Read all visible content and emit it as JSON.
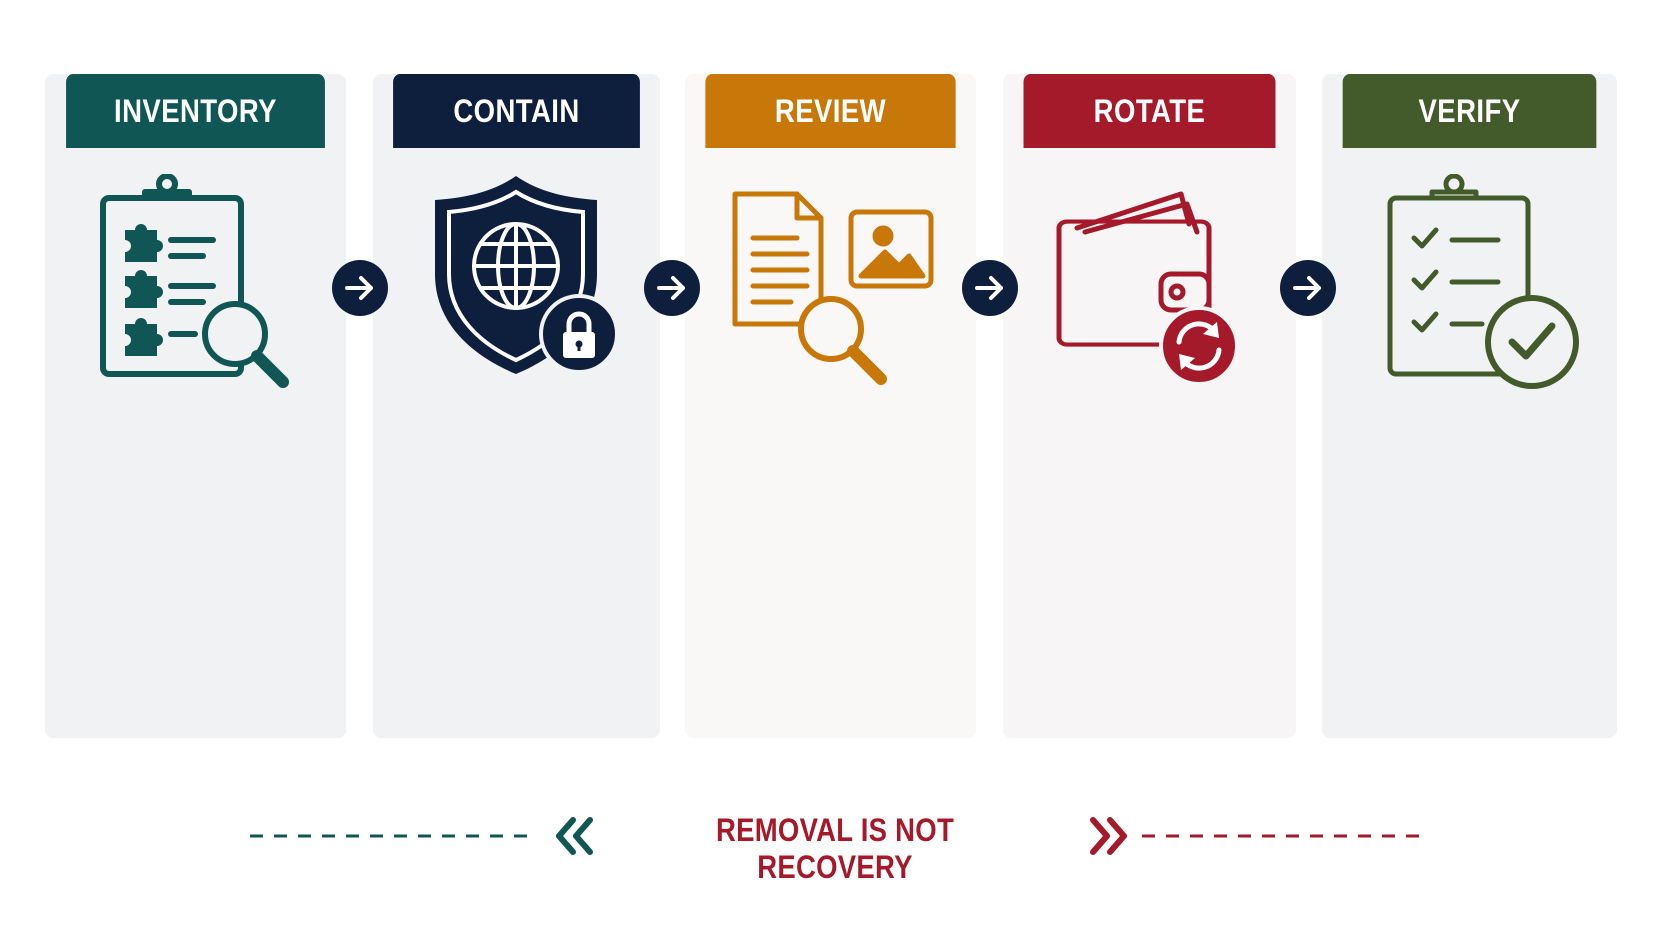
{
  "steps": [
    {
      "label": "INVENTORY",
      "color": "#0f5655",
      "icon": "clipboard-puzzle-search-icon"
    },
    {
      "label": "CONTAIN",
      "color": "#0e1f3d",
      "icon": "shield-globe-lock-icon"
    },
    {
      "label": "REVIEW",
      "color": "#c87709",
      "icon": "documents-image-search-icon"
    },
    {
      "label": "ROTATE",
      "color": "#a51a2a",
      "icon": "wallet-rotate-icon"
    },
    {
      "label": "VERIFY",
      "color": "#435b2a",
      "icon": "checklist-verified-icon"
    }
  ],
  "connector_color": "#0e1f3d",
  "footer": {
    "text": "REMOVAL IS NOT RECOVERY",
    "left_color": "#0f5655",
    "right_color": "#a51a2a"
  }
}
